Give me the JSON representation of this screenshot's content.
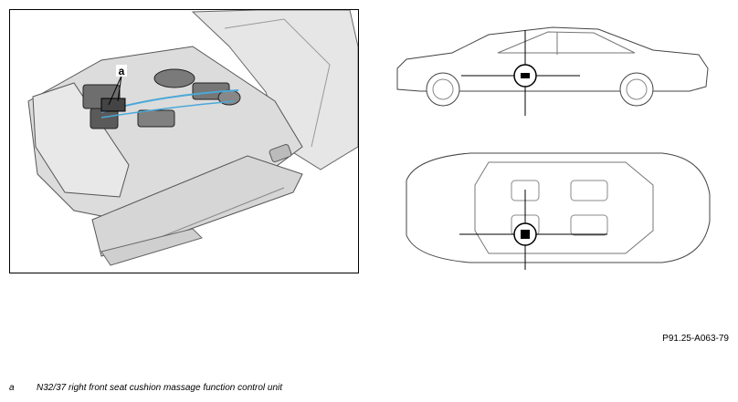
{
  "seat_diagram": {
    "callout_label": "a",
    "icon": "seat-cushion-massage-unit-drawing"
  },
  "vehicle_views": {
    "side_icon": "vehicle-side-view-locator",
    "top_icon": "vehicle-top-view-locator"
  },
  "reference_code": "P91.25-A063-79",
  "legend": [
    {
      "key": "a",
      "text": "N32/37 right front seat cushion massage function control unit"
    }
  ],
  "colors": {
    "line": "#333333",
    "accent": "#4aa8d8",
    "panel": "#e4e4e4"
  }
}
